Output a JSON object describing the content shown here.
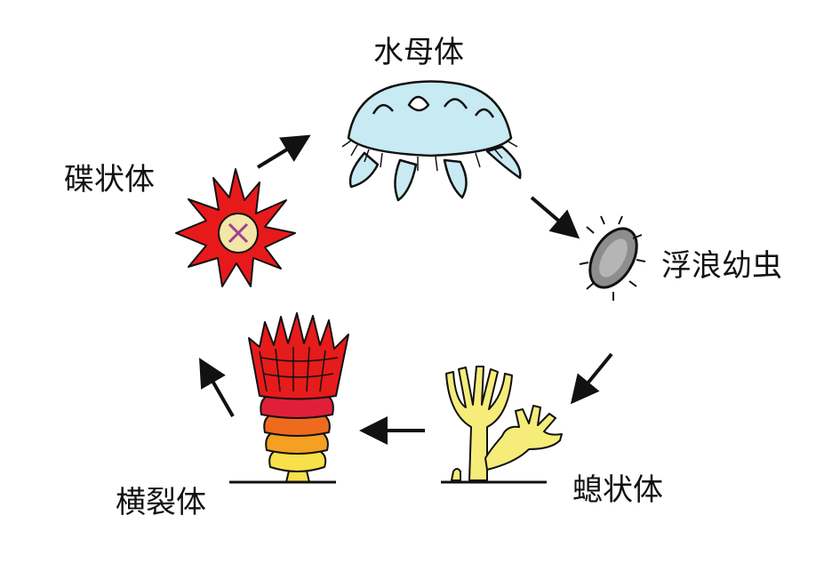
{
  "stages": {
    "medusa": "水母体",
    "planula": "浮浪幼虫",
    "polyp": "螅状体",
    "strobila": "横裂体",
    "ephyra": "碟状体"
  },
  "colors": {
    "medusa_fill": "#c8eaf2",
    "planula_fill": "#8d8d8d",
    "polyp_fill": "#f5ec7a",
    "strobila_red": "#e61b1b",
    "strobila_orange": "#f39a1e",
    "strobila_yellow": "#f7e04a",
    "ephyra_red": "#e8191b",
    "ephyra_center": "#f3e6a6",
    "ephyra_gonads": "#a04090",
    "outline": "#111111"
  }
}
